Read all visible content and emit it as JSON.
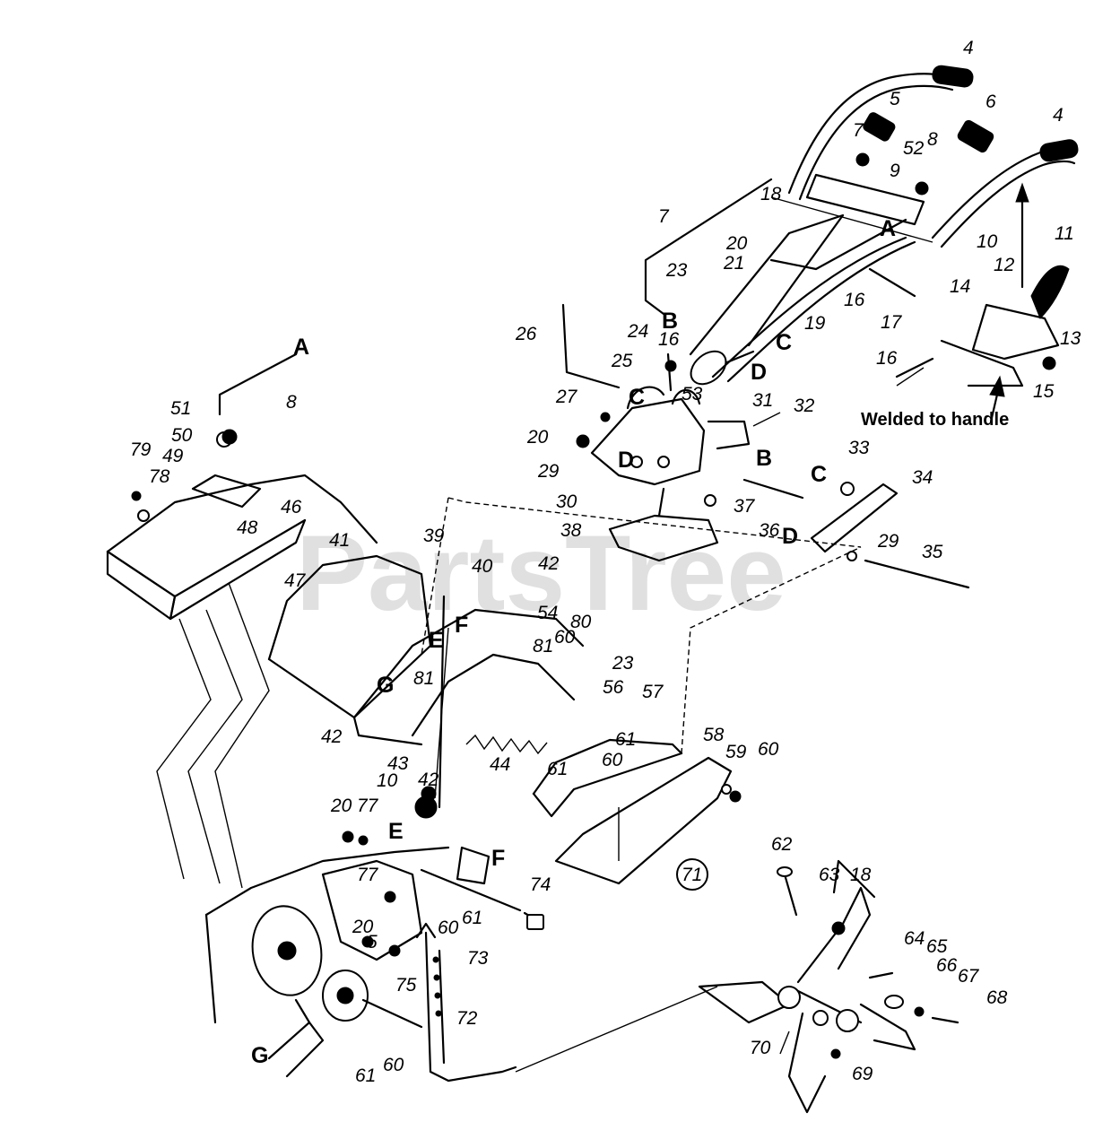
{
  "watermark": "PartsTree",
  "note": "Welded to handle",
  "callouts": {
    "c4a": "4",
    "c4b": "4",
    "c5a": "5",
    "c5b": "5",
    "c6": "6",
    "c7a": "7",
    "c7b": "7",
    "c52": "52",
    "c8a": "8",
    "c8b": "8",
    "c9": "9",
    "c18a": "18",
    "c18b": "18",
    "c20a": "20",
    "c20b": "20",
    "c20c": "20",
    "c20d": "20",
    "c10a": "10",
    "c10b": "10",
    "c11": "11",
    "c12": "12",
    "c13": "13",
    "c14": "14",
    "c15": "15",
    "c16a": "16",
    "c16b": "16",
    "c16c": "16",
    "c17": "17",
    "c19": "19",
    "c21": "21",
    "c23a": "23",
    "c23b": "23",
    "c24": "24",
    "c25": "25",
    "c26": "26",
    "c27": "27",
    "c29a": "29",
    "c29b": "29",
    "c30": "30",
    "c31": "31",
    "c32": "32",
    "c33": "33",
    "c34": "34",
    "c35": "35",
    "c36": "36",
    "c37": "37",
    "c38": "38",
    "c39": "39",
    "c40": "40",
    "c41": "41",
    "c42a": "42",
    "c42b": "42",
    "c42c": "42",
    "c43": "43",
    "c44": "44",
    "c46": "46",
    "c47": "47",
    "c48": "48",
    "c49": "49",
    "c50": "50",
    "c51": "51",
    "c53": "53",
    "c54": "54",
    "c56": "56",
    "c57": "57",
    "c58": "58",
    "c59": "59",
    "c60a": "60",
    "c60b": "60",
    "c60c": "60",
    "c60d": "60",
    "c60e": "60",
    "c61a": "61",
    "c61b": "61",
    "c61c": "61",
    "c61d": "61",
    "c62": "62",
    "c63": "63",
    "c64": "64",
    "c65": "65",
    "c66": "66",
    "c67": "67",
    "c68": "68",
    "c69": "69",
    "c70": "70",
    "c71": "71",
    "c72": "72",
    "c73": "73",
    "c74": "74",
    "c75": "75",
    "c77a": "77",
    "c77b": "77",
    "c78": "78",
    "c79": "79",
    "c80": "80",
    "c81a": "81",
    "c81b": "81"
  },
  "letters": {
    "A1": "A",
    "A2": "A",
    "B1": "B",
    "B2": "B",
    "C1": "C",
    "C2": "C",
    "C3": "C",
    "D1": "D",
    "D2": "D",
    "D3": "D",
    "E1": "E",
    "E2": "E",
    "F1": "F",
    "F2": "F",
    "G1": "G",
    "G2": "G"
  }
}
